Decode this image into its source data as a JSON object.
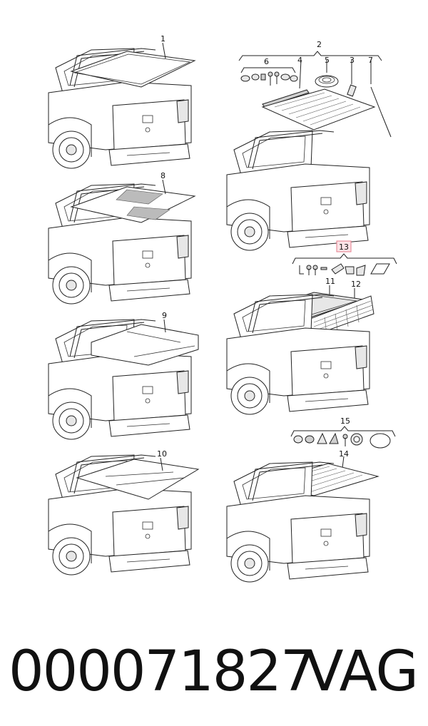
{
  "callouts": {
    "c1": "1",
    "c2": "2",
    "c3": "3",
    "c4": "4",
    "c5": "5",
    "c6": "6",
    "c7": "7",
    "c8": "8",
    "c9": "9",
    "c10": "10",
    "c11": "11",
    "c12": "12",
    "c13": "13",
    "c14": "14",
    "c15": "15"
  },
  "highlight_color": "#e57c8c",
  "footer": {
    "part_number": "000071827",
    "brand": "VAG"
  }
}
